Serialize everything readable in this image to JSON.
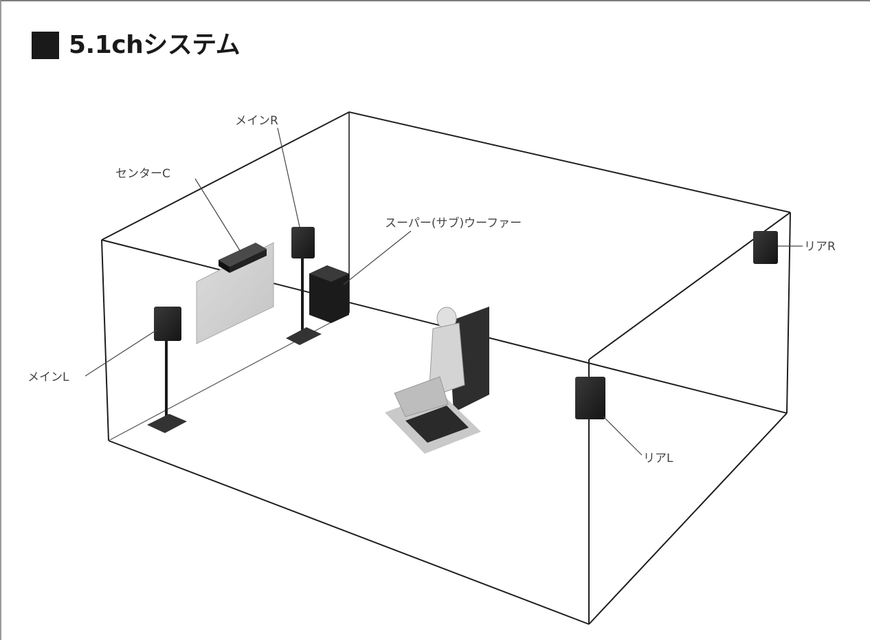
{
  "title": "5.1chシステム",
  "labels": {
    "center": "センターC",
    "main_r": "メインR",
    "main_l": "メインL",
    "subwoofer": "スーパー(サブ)ウーファー",
    "rear_r": "リアR",
    "rear_l": "リアL"
  },
  "icons": {
    "title_marker": "black-square-icon"
  }
}
